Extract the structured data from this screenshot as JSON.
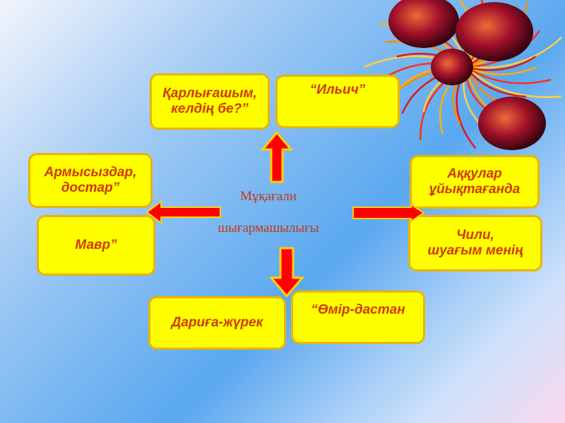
{
  "center": {
    "line1": "Мұқағали",
    "line2": "шығармашылығы"
  },
  "nodes": {
    "karlygash": "Қарлығашым,\nкелдің бе?”",
    "ilich": "“Ильич”",
    "armysyz": "Армысыздар,\nдостар”",
    "mavr": "Мавр”",
    "akkular": "Аққулар\nұйықтағанда",
    "chili": "Чили,\nшуағым менің",
    "dariga": "Дариға-жүрек",
    "omir": "“Өмір-дастан"
  },
  "colors": {
    "box_fill": "#ffff00",
    "box_border": "#e9b40a",
    "box_text": "#d03a0a",
    "arrow_fill": "#ff0000",
    "arrow_outline": "#ffd000"
  },
  "decoration": {
    "icon": "firework-flower-icon"
  }
}
